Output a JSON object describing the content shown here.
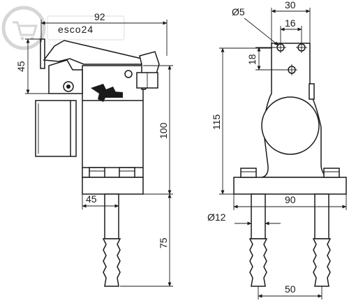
{
  "watermark": {
    "brand": "esco24"
  },
  "side_view": {
    "dims": {
      "width": "92",
      "handle_height": "45",
      "body_height": "100",
      "pin_spacing": "45",
      "pin_length": "75"
    }
  },
  "front_view": {
    "dims": {
      "hole_diameter": "Ø5",
      "top_width": "30",
      "hole_spacing": "16",
      "hole_offset": "18",
      "height": "115",
      "base_width": "90",
      "pin_diameter": "Ø12",
      "pin_spacing": "50"
    }
  },
  "colors": {
    "line": "#1a1a1a",
    "watermark": "#d2d2d2",
    "background": "#ffffff"
  }
}
